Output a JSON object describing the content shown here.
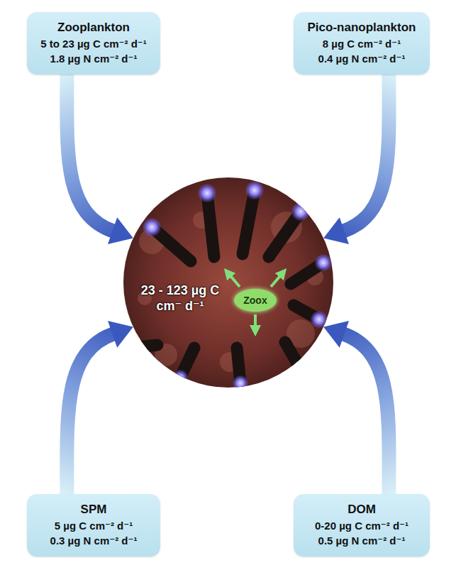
{
  "diagram": {
    "nodes": [
      {
        "text": [
          "Zooplankton",
          "5 to 23 µg C cm⁻² d⁻¹",
          "1.8 µg N cm⁻² d⁻¹"
        ]
      },
      {
        "text": [
          "Pico-nanoplankton",
          "8 µg C cm⁻² d⁻¹",
          "0.4 µg N cm⁻² d⁻¹"
        ]
      },
      {
        "text": [
          "23 - 123 µg C cm⁻ d⁻¹"
        ]
      },
      {
        "text": [
          "Zoox"
        ],
        "in": 2
      },
      {
        "text": [
          "SPM",
          "5 µg C cm⁻² d⁻¹",
          "0.3 µg N cm⁻² d⁻¹"
        ]
      },
      {
        "text": [
          "DOM",
          "0-20 µg C cm⁻² d⁻¹",
          "0.5 µg N cm⁻² d⁻¹"
        ]
      }
    ],
    "edges": [
      {
        "from": 0,
        "to": 2,
        "arrow": "to"
      },
      {
        "from": 1,
        "to": 2,
        "arrow": "to"
      },
      {
        "from": 4,
        "to": 2,
        "arrow": "to"
      },
      {
        "from": 5,
        "to": 2,
        "arrow": "to"
      }
    ]
  }
}
